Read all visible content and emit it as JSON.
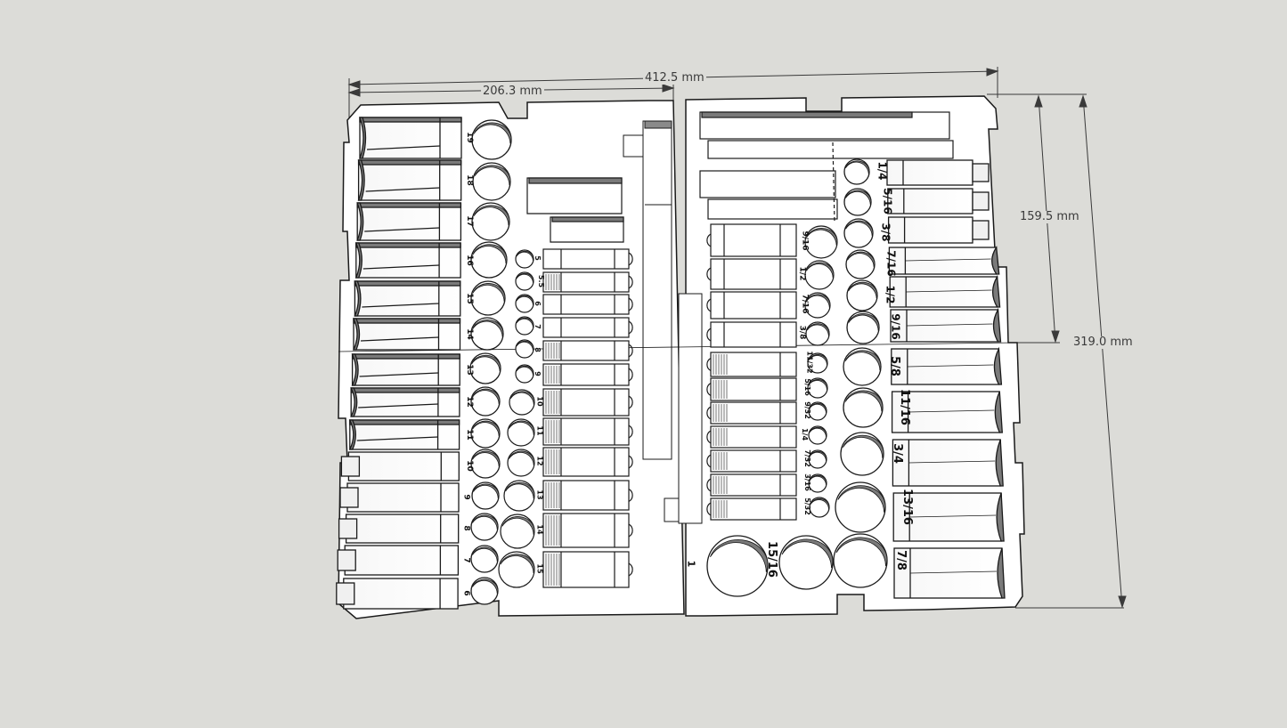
{
  "dimensions": {
    "overall_width": "412.5 mm",
    "half_width": "206.3 mm",
    "half_height": "159.5 mm",
    "overall_height": "319.0 mm"
  },
  "colors": {
    "background": "#dcdcd8",
    "model_face": "#ffffff",
    "edge": "#1a1a1a",
    "shade": "#7a7a7a",
    "dimension": "#3a3a3a"
  },
  "left_half": {
    "large_column_labels": [
      "19",
      "18",
      "17",
      "16",
      "15",
      "14",
      "13",
      "12",
      "11",
      "10",
      "9",
      "8",
      "7",
      "6"
    ],
    "small_column_labels": [
      "5",
      "5.5",
      "6",
      "7",
      "8",
      "9",
      "10",
      "11",
      "12",
      "13",
      "14",
      "15"
    ]
  },
  "right_half": {
    "sae_small_labels": [
      "9/16",
      "1/2",
      "7/16",
      "3/8"
    ],
    "sae_tiny_labels": [
      "11/32",
      "5/16",
      "9/32",
      "1/4",
      "7/32",
      "3/16",
      "5/32"
    ],
    "sae_right_labels": [
      "1/4",
      "5/16",
      "3/8",
      "7/16",
      "1/2",
      "9/16",
      "5/8",
      "11/16",
      "3/4",
      "13/16",
      "7/8"
    ],
    "bottom_labels": [
      "1",
      "15/16"
    ]
  }
}
